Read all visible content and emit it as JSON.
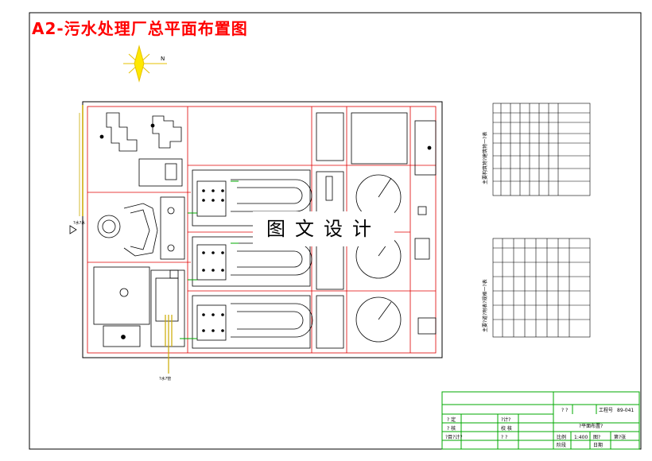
{
  "header": {
    "title": "A2-污水处理厂总平面布置图"
  },
  "watermark": {
    "text": "图文设计"
  },
  "site": {
    "inlet_label": "?水?管",
    "outlet_label": "?水?水",
    "north_arrow_label": "N"
  },
  "tables": {
    "structures_header": "主要构筑物?建筑物一?表",
    "pipes_header": "主要?道?附表?规格一?表"
  },
  "title_block": {
    "project_name": "?平面布置?",
    "company": "? ?",
    "drawing_no_label": "工程号",
    "drawing_no": "89-041",
    "rows": [
      {
        "left": "?  定",
        "mid": "?计?"
      },
      {
        "left": "?  核",
        "mid": "校  核"
      },
      {
        "left": "?目?计?",
        "mid": "?  ?"
      }
    ],
    "stage_label": "阶段",
    "scale_label": "比例",
    "scale": "1:400",
    "sheet_label": "图?",
    "sheet": "第?张",
    "date_label": "日期"
  },
  "colors": {
    "title": "#ff0000",
    "red_line": "#e00000",
    "green": "#00aa00",
    "yellow": "#ccaa00",
    "black": "#000000"
  }
}
